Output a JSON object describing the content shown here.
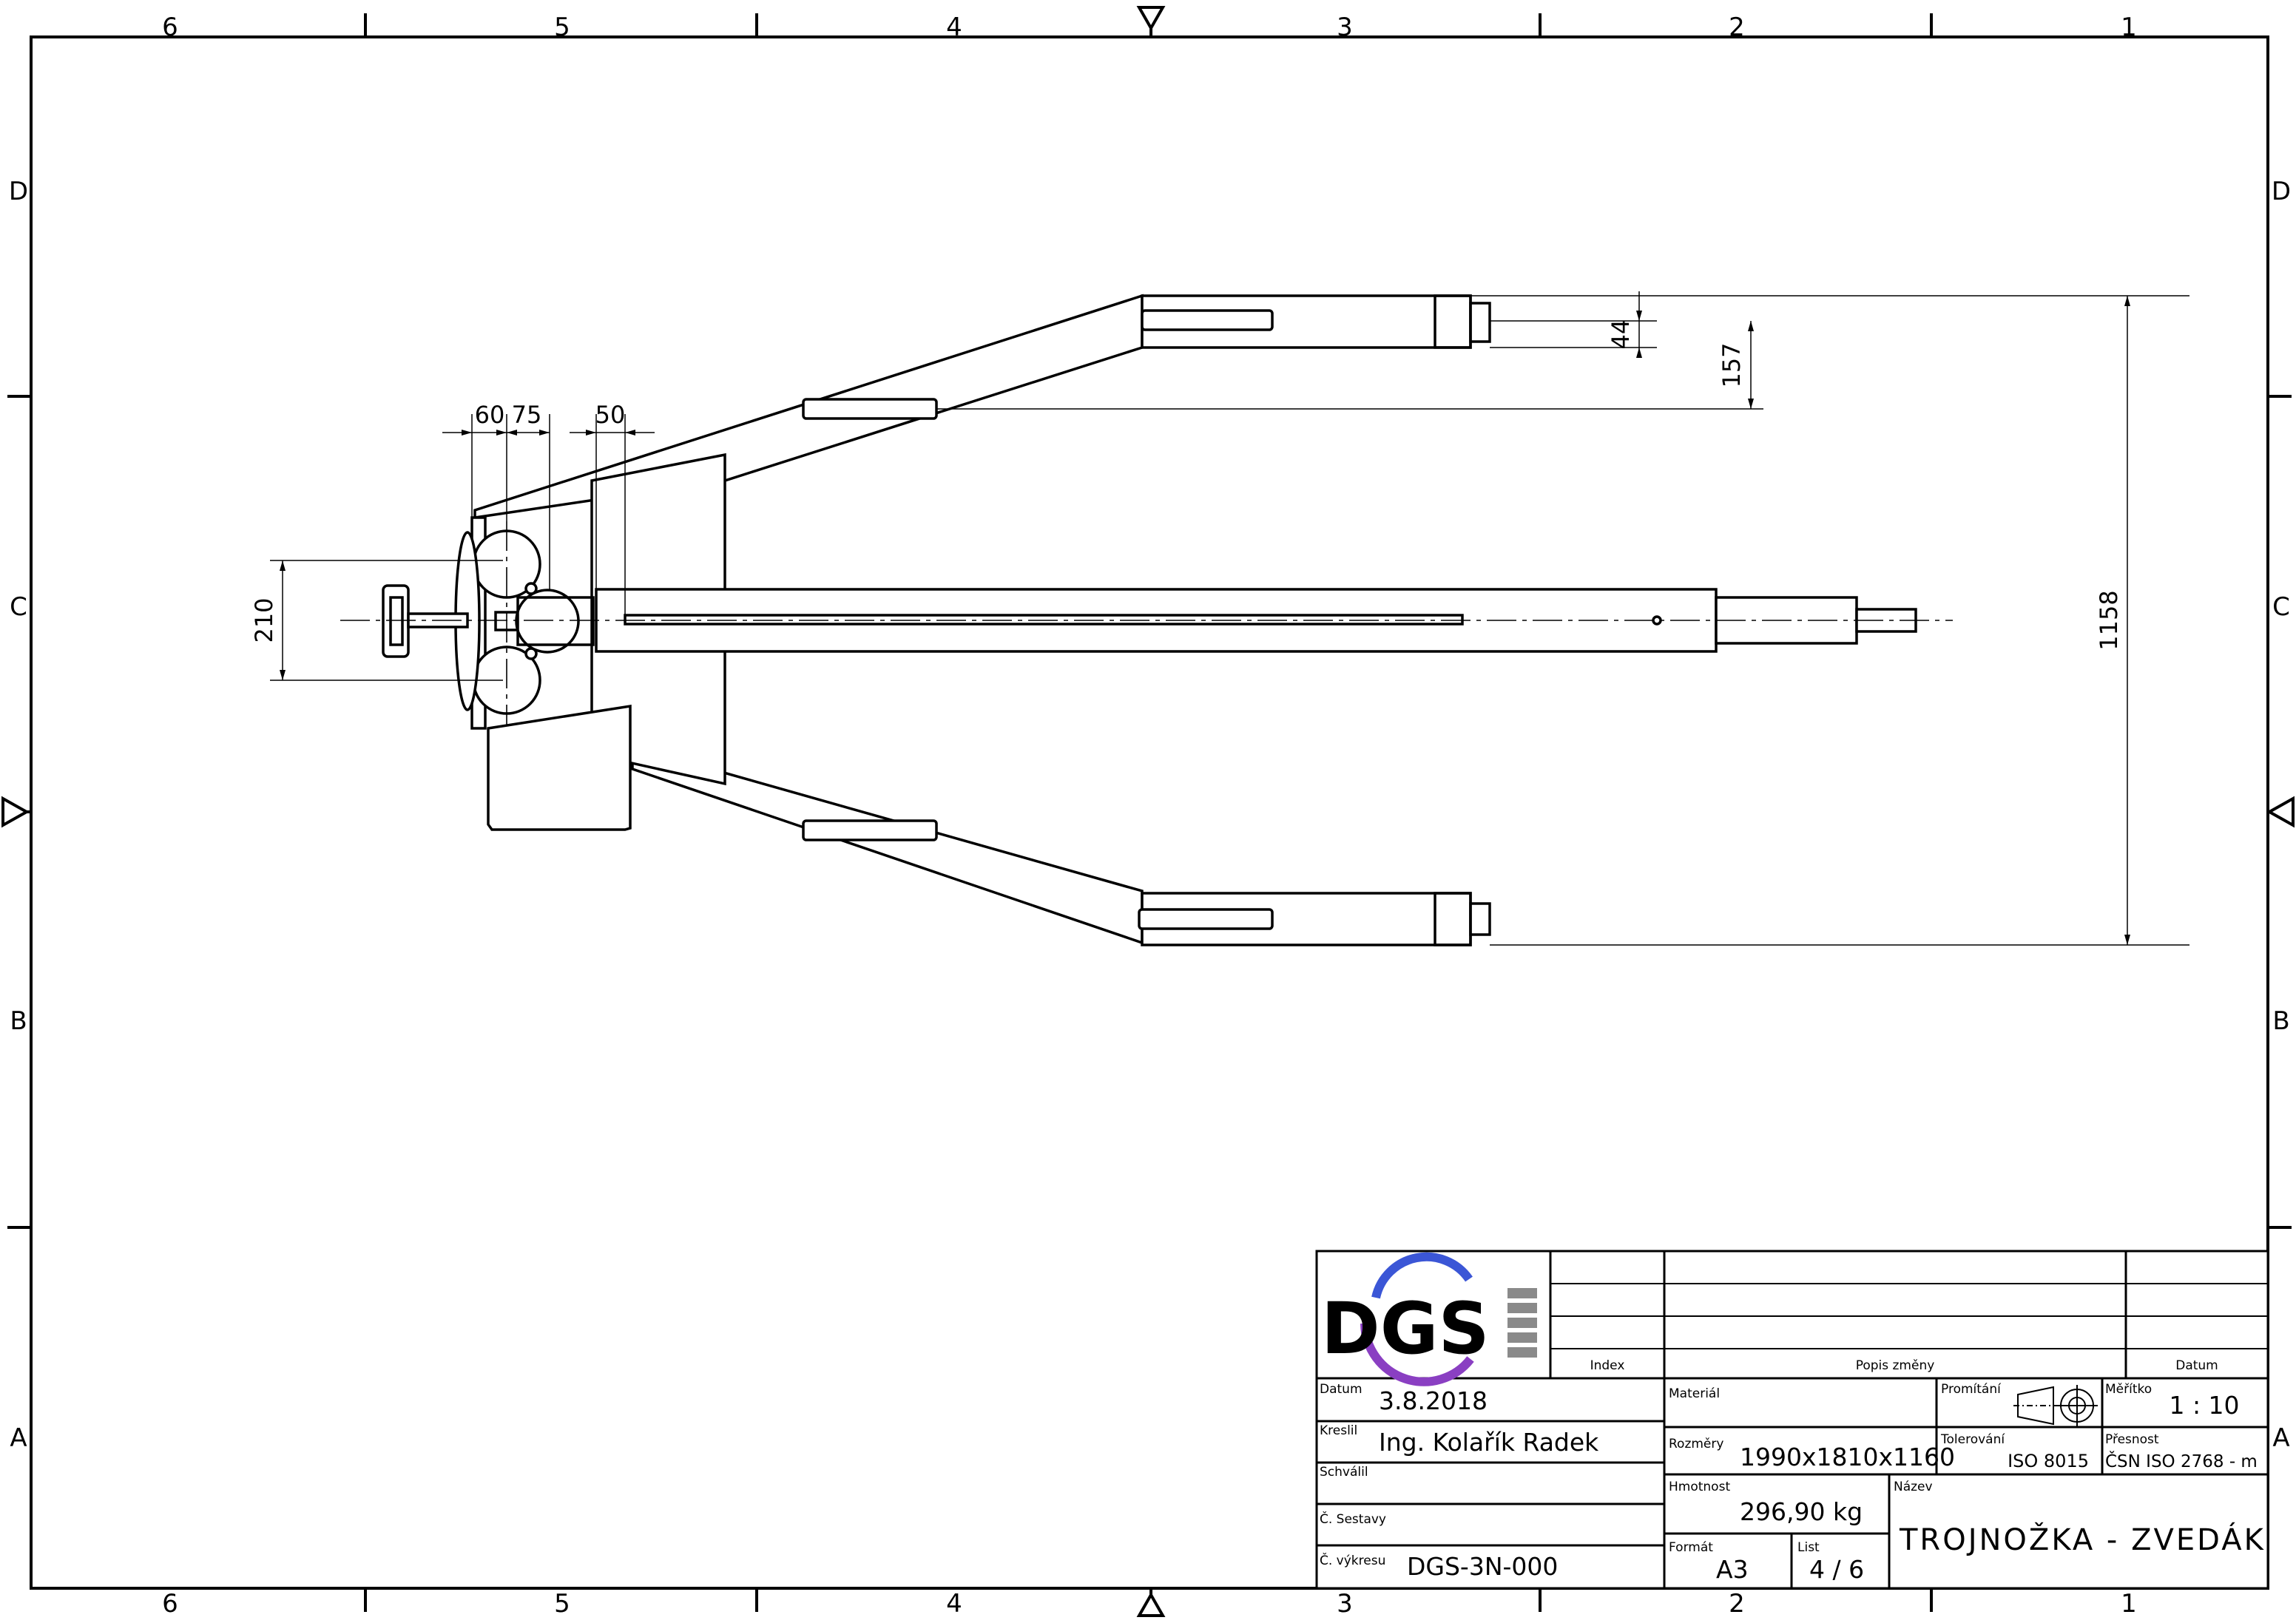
{
  "sheet": {
    "zones_columns": [
      "6",
      "5",
      "4",
      "3",
      "2",
      "1"
    ],
    "zones_rows": [
      "D",
      "C",
      "B",
      "A"
    ]
  },
  "dimensions": {
    "d60": "60",
    "d75": "75",
    "d50": "50",
    "d44": "44",
    "d157": "157",
    "d210": "210",
    "d1158": "1158"
  },
  "title_block": {
    "logo_text": "DGS",
    "logo_colors": {
      "text": "#111111",
      "arc_blue": "#3b56d6",
      "arc_purple": "#8a3fc2",
      "bar_gray": "#8a8a8a"
    },
    "revision_headers": {
      "index": "Index",
      "popis": "Popis změny",
      "datum": "Datum"
    },
    "datum_label": "Datum",
    "datum_value": "3.8.2018",
    "kreslil_label": "Kreslil",
    "kreslil_value": "Ing. Kolařík Radek",
    "schvalil_label": "Schválil",
    "sestavy_label": "Č. Sestavy",
    "vykresu_label": "Č. výkresu",
    "vykresu_value": "DGS-3N-000",
    "material_label": "Materiál",
    "rozmery_label": "Rozměry",
    "rozmery_value": "1990x1810x1160",
    "hmotnost_label": "Hmotnost",
    "hmotnost_value": "296,90 kg",
    "format_label": "Formát",
    "format_value": "A3",
    "list_label": "List",
    "list_value": "4 / 6",
    "promitani_label": "Promítání",
    "tolerovani_label": "Tolerování",
    "tolerovani_value": "ISO 8015",
    "meritko_label": "Měřítko",
    "meritko_value": "1 : 10",
    "presnost_label": "Přesnost",
    "presnost_value": "ČSN ISO 2768 - m",
    "nazev_label": "Název",
    "nazev_value": "TROJNOŽKA - ZVEDÁK"
  }
}
